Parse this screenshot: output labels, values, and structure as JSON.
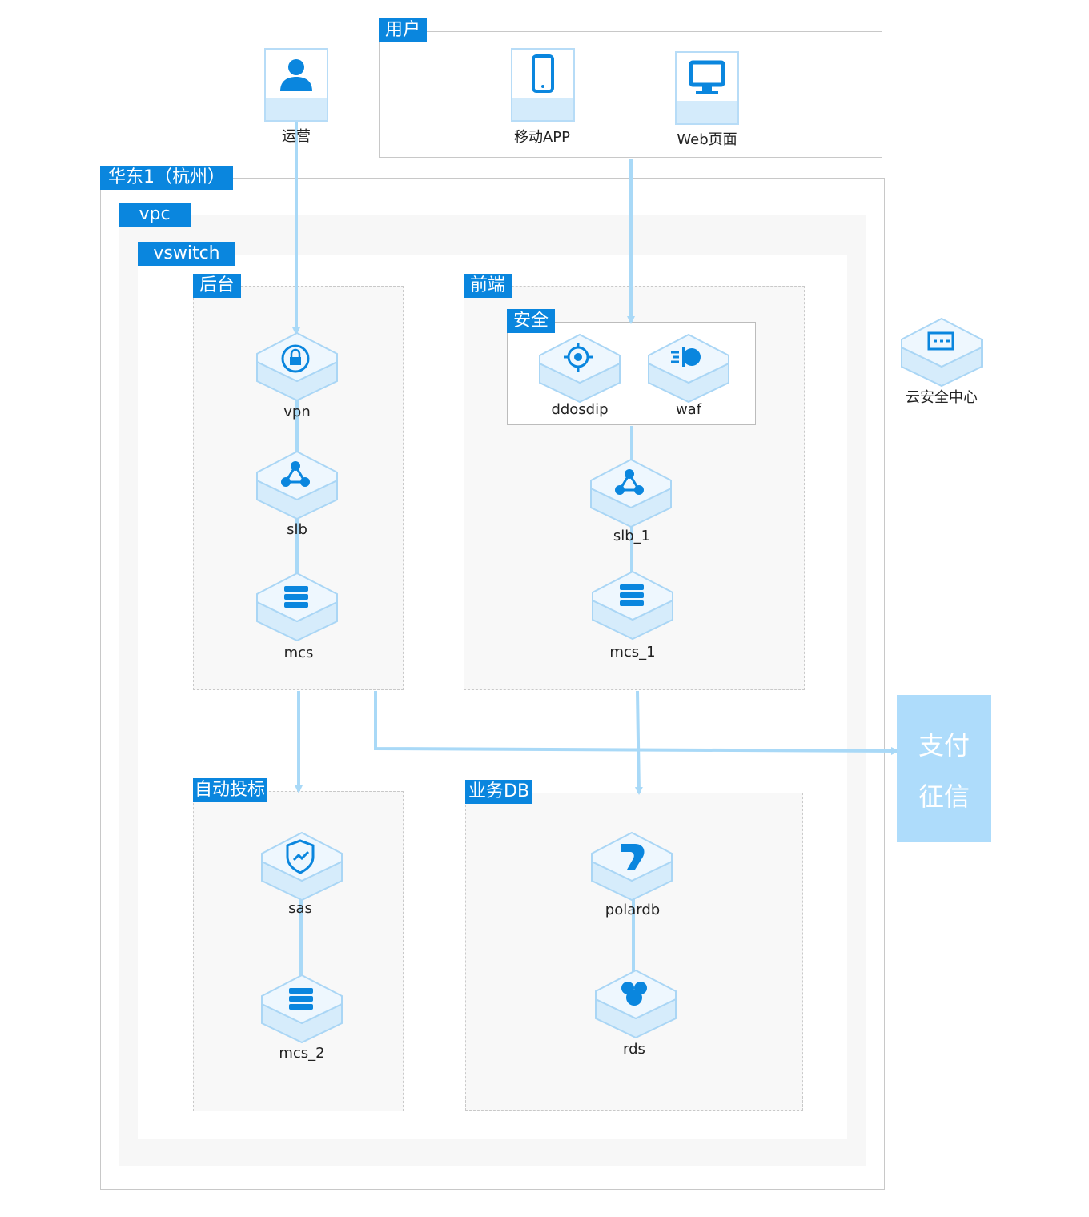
{
  "labels": {
    "region": "华东1（杭州）",
    "vpc": "vpc",
    "vswitch": "vswitch",
    "users": "用户",
    "backend": "后台",
    "frontend": "前端",
    "security": "安全",
    "autobid": "自动投标",
    "bizdb": "业务DB"
  },
  "nodes": {
    "ops": "运营",
    "mobile_app": "移动APP",
    "web_page": "Web页面",
    "vpn": "vpn",
    "slb": "slb",
    "mcs": "mcs",
    "ddosdip": "ddosdip",
    "waf": "waf",
    "slb_1": "slb_1",
    "mcs_1": "mcs_1",
    "cloud_security_center": "云安全中心",
    "sas": "sas",
    "mcs_2": "mcs_2",
    "polardb": "polardb",
    "rds": "rds"
  },
  "external": {
    "line1": "支付",
    "line2": "征信"
  },
  "colors": {
    "tag_bg": "#0a86de",
    "icon": "#0a86de",
    "connector": "#a9d9f7",
    "external_bg": "#aedcfb"
  },
  "icons": {
    "ops": "user-icon",
    "mobile_app": "mobile-phone-icon",
    "web_page": "monitor-icon",
    "vpn": "vpn-lock-icon",
    "slb": "load-balancer-icon",
    "mcs": "server-stack-icon",
    "ddosdip": "ddos-shield-icon",
    "waf": "firewall-icon",
    "cloud_security_center": "security-center-icon",
    "sas": "security-shield-icon",
    "polardb": "polardb-icon",
    "rds": "database-icon"
  }
}
